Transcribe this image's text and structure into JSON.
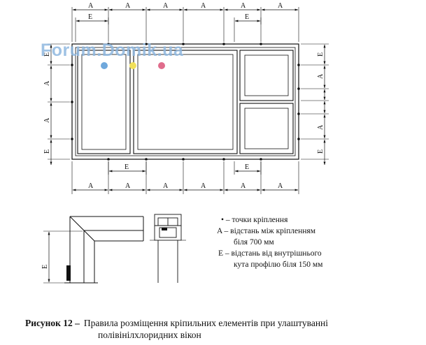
{
  "watermark": {
    "text": "Forum.Domik.ua",
    "dot_colors": [
      "#6fa8dc",
      "#f1e05a",
      "#e06c8c"
    ]
  },
  "dimension_labels": {
    "a": "A",
    "e": "E"
  },
  "legend": {
    "line1": "• – точки кріплення",
    "line2": "A – відстань між кріпленням",
    "line3": "біля 700 мм",
    "line4": "E – відстань від внутрішнього",
    "line5": "кута профілю біля 150 мм"
  },
  "caption": {
    "label": "Рисунок 12 –",
    "line1": "Правила розміщення кріпильних елементів при улаштуванні",
    "line2": "полівінілхлоридних вікон"
  }
}
